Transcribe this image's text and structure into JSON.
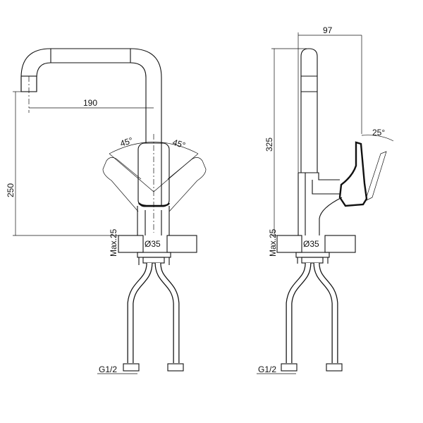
{
  "front_view": {
    "dim_reach": "190",
    "dim_height": "250",
    "angle_left": "45°",
    "angle_right": "45°",
    "max_thickness": "Max.25",
    "hole_diameter": "Ø35",
    "thread": "G1/2"
  },
  "side_view": {
    "dim_depth": "97",
    "dim_height": "325",
    "lever_angle": "25°",
    "max_thickness": "Max.25",
    "hole_diameter": "Ø35",
    "thread": "G1/2"
  }
}
